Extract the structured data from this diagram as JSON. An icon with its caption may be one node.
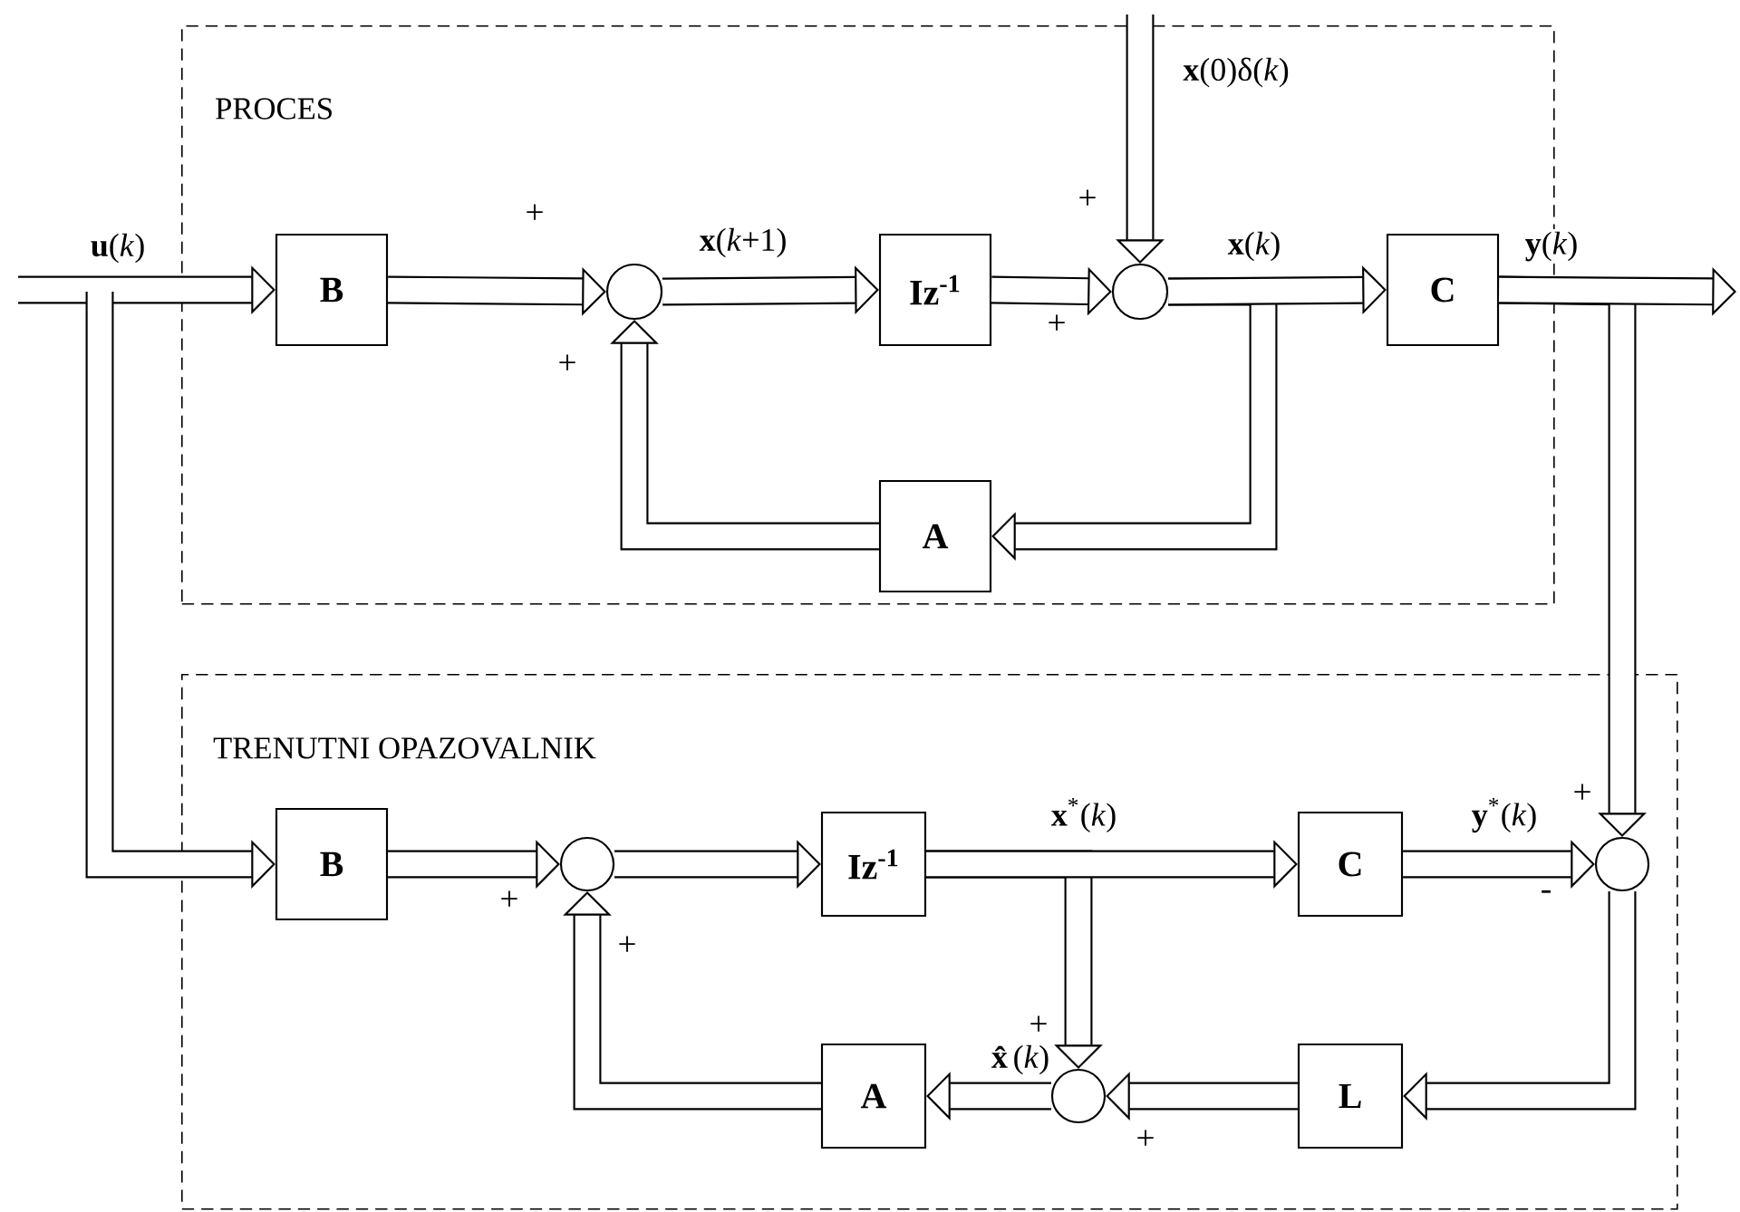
{
  "diagram": {
    "nodes": [
      {
        "text": [
          "PROCES"
        ]
      },
      {
        "text": [
          "B"
        ],
        "in": 0
      },
      {
        "text": [],
        "shape": "circle",
        "in": 0
      },
      {
        "text": [
          "Iz$^{-1}$"
        ],
        "in": 0
      },
      {
        "text": [],
        "shape": "circle",
        "in": 0
      },
      {
        "text": [
          "C"
        ],
        "in": 0
      },
      {
        "text": [
          "A"
        ],
        "in": 0
      },
      {
        "text": [
          "TRENUTNI OPAZOVALNIK"
        ]
      },
      {
        "text": [
          "B"
        ],
        "in": 7
      },
      {
        "text": [],
        "shape": "circle",
        "in": 7
      },
      {
        "text": [
          "Iz$^{-1}$"
        ],
        "in": 7
      },
      {
        "text": [
          "C"
        ],
        "in": 7
      },
      {
        "text": [],
        "shape": "circle",
        "in": 7
      },
      {
        "text": [
          "A"
        ],
        "in": 7
      },
      {
        "text": [],
        "shape": "circle",
        "in": 7
      },
      {
        "text": [
          "L"
        ],
        "in": 7
      }
    ],
    "edges": [
      {
        "from": null,
        "to": 1,
        "arrow": "to",
        "label": "**u**(*k*)"
      },
      {
        "from": null,
        "to": 8,
        "arrow": "to"
      },
      {
        "from": 1,
        "to": 2,
        "arrow": "to"
      },
      {
        "from": 2,
        "to": 3,
        "arrow": "to",
        "label": "**x**(*k*+1)"
      },
      {
        "from": 3,
        "to": 4,
        "arrow": "to"
      },
      {
        "from": null,
        "to": 4,
        "arrow": "to",
        "label": "**x**(0)δ(*k*)"
      },
      {
        "from": 4,
        "to": 5,
        "arrow": "to",
        "label": "**x**(*k*)"
      },
      {
        "from": 4,
        "to": 6,
        "arrow": "to"
      },
      {
        "from": 6,
        "to": 2,
        "arrow": "to"
      },
      {
        "from": 5,
        "to": null,
        "arrow": "to",
        "label": "**y**(*k*)"
      },
      {
        "from": 5,
        "to": 12,
        "arrow": "to"
      },
      {
        "from": 8,
        "to": 9,
        "arrow": "to"
      },
      {
        "from": 9,
        "to": 10,
        "arrow": "to"
      },
      {
        "from": 10,
        "to": 11,
        "arrow": "to",
        "label": "**x**$^{*}$(*k*)"
      },
      {
        "from": 10,
        "to": 14,
        "arrow": "to"
      },
      {
        "from": 11,
        "to": 12,
        "arrow": "to",
        "label": "**y**$^{*}$(*k*)"
      },
      {
        "from": 12,
        "to": 15,
        "arrow": "to"
      },
      {
        "from": 15,
        "to": 14,
        "arrow": "to"
      },
      {
        "from": 14,
        "to": 13,
        "arrow": "to",
        "label": "**x̂**(*k*)"
      },
      {
        "from": 13,
        "to": 9,
        "arrow": "to"
      }
    ],
    "labels": [
      "+",
      "+",
      "+",
      "+",
      "+",
      "-",
      "+",
      "+",
      "+",
      "+"
    ]
  }
}
